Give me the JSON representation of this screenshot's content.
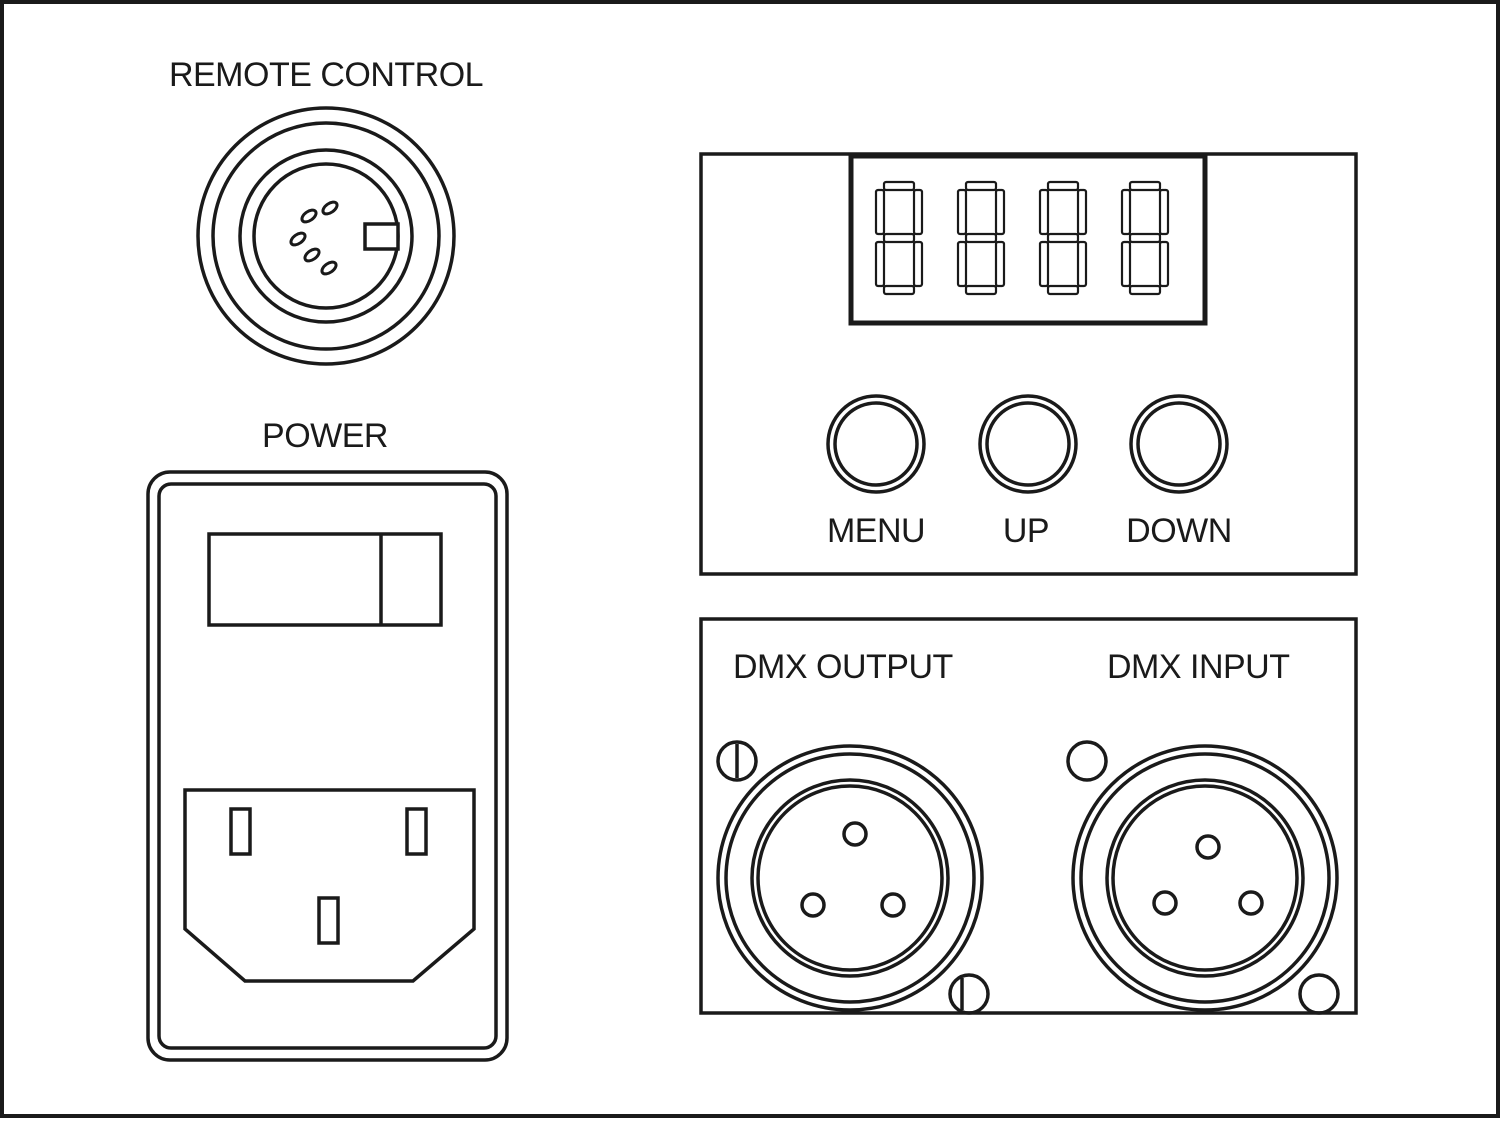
{
  "remote_control": {
    "label": "REMOTE CONTROL"
  },
  "power": {
    "label": "POWER"
  },
  "control_panel": {
    "buttons": [
      {
        "label": "MENU"
      },
      {
        "label": "UP"
      },
      {
        "label": "DOWN"
      }
    ]
  },
  "dmx": {
    "output_label": "DMX OUTPUT",
    "input_label": "DMX INPUT"
  },
  "colors": {
    "line": "#1a1a1a",
    "background": "#ffffff"
  }
}
